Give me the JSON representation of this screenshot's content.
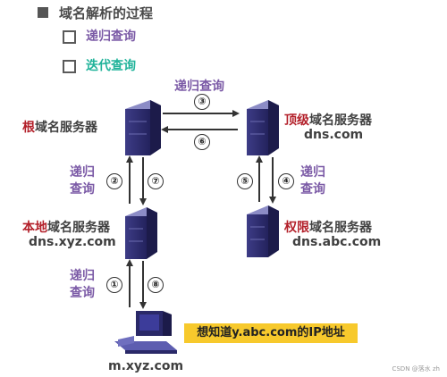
{
  "header": {
    "title": "域名解析的过程",
    "options": [
      {
        "label": "递归查询",
        "color": "#7b5aa6"
      },
      {
        "label": "迭代查询",
        "color": "#20b39a"
      }
    ]
  },
  "servers": {
    "root": {
      "label_highlight": "根",
      "label_rest": "域名服务器"
    },
    "tld": {
      "label_highlight": "顶级",
      "label_rest": "域名服务器",
      "domain": "dns.com"
    },
    "local": {
      "label_highlight": "本地",
      "label_rest": "域名服务器",
      "domain": "dns.xyz.com"
    },
    "auth": {
      "label_highlight": "权限",
      "label_rest": "域名服务器",
      "domain": "dns.abc.com"
    }
  },
  "client": {
    "host": "m.xyz.com"
  },
  "edge_labels": {
    "root_tld": "递归查询",
    "root_local_line1": "递归",
    "root_local_line2": "查询",
    "tld_auth_line1": "递归",
    "tld_auth_line2": "查询",
    "local_client_line1": "递归",
    "local_client_line2": "查询"
  },
  "steps": [
    "①",
    "②",
    "③",
    "④",
    "⑤",
    "⑥",
    "⑦",
    "⑧"
  ],
  "callout": "想知道y.abc.com的IP地址",
  "footer": "CSDN @落水 zh",
  "colors": {
    "highlight_red": "#b3202a",
    "query_purple": "#7b5aa6",
    "iterative_teal": "#20b39a",
    "callout_yellow": "#f7c92c"
  }
}
